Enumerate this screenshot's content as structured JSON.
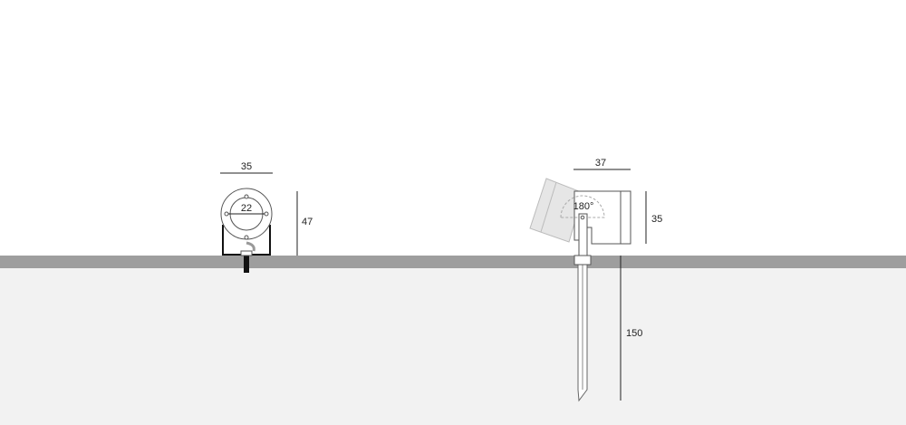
{
  "left_fixture": {
    "width_label": "35",
    "lens_diameter_label": "22",
    "height_label": "47"
  },
  "right_fixture": {
    "width_label": "37",
    "height_label": "35",
    "rotation_label": "180°",
    "stake_length_label": "150"
  },
  "colors": {
    "ground": "#9e9e9e",
    "soil": "#f2f2f2",
    "tilted_head": "#e6e6e6"
  }
}
